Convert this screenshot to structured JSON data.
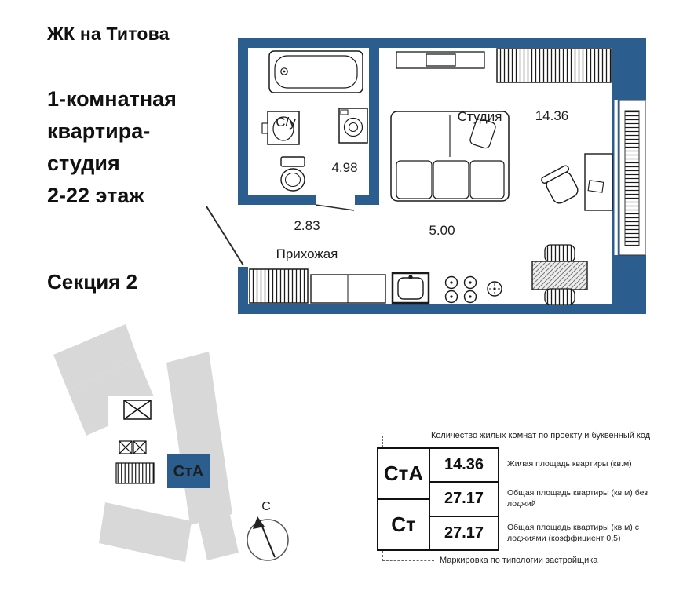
{
  "header": {
    "complex_name": "ЖК на Титова",
    "subtitle_lines": [
      "1-комнатная",
      "квартира-",
      "студия",
      "2-22 этаж"
    ],
    "section": "Секция 2"
  },
  "plan": {
    "rooms": {
      "bathroom": {
        "label": "С/у",
        "area": "4.98"
      },
      "studio": {
        "label": "Студия",
        "area": "14.36"
      },
      "hallway": {
        "label": "Прихожая",
        "area": "2.83"
      },
      "kitchen_zone": {
        "area": "5.00"
      }
    }
  },
  "site": {
    "unit_code": "СтА",
    "north_label": "С"
  },
  "legend": {
    "top_note": "Количество жилых комнат по проекту и буквенный код",
    "bottom_note": "Маркировка по типологии застройщика",
    "code_primary": "СтА",
    "code_secondary": "Ст",
    "rows": [
      {
        "value": "14.36",
        "desc": "Жилая площадь квартиры (кв.м)"
      },
      {
        "value": "27.17",
        "desc": "Общая площадь квартиры (кв.м) без лоджий"
      },
      {
        "value": "27.17",
        "desc": "Общая площадь квартиры (кв.м) с лоджиями (коэффициент 0,5)"
      }
    ]
  },
  "colors": {
    "wall_blue": "#2c5d8f",
    "building_gray": "#d8d8d8",
    "text_dark": "#111111"
  }
}
